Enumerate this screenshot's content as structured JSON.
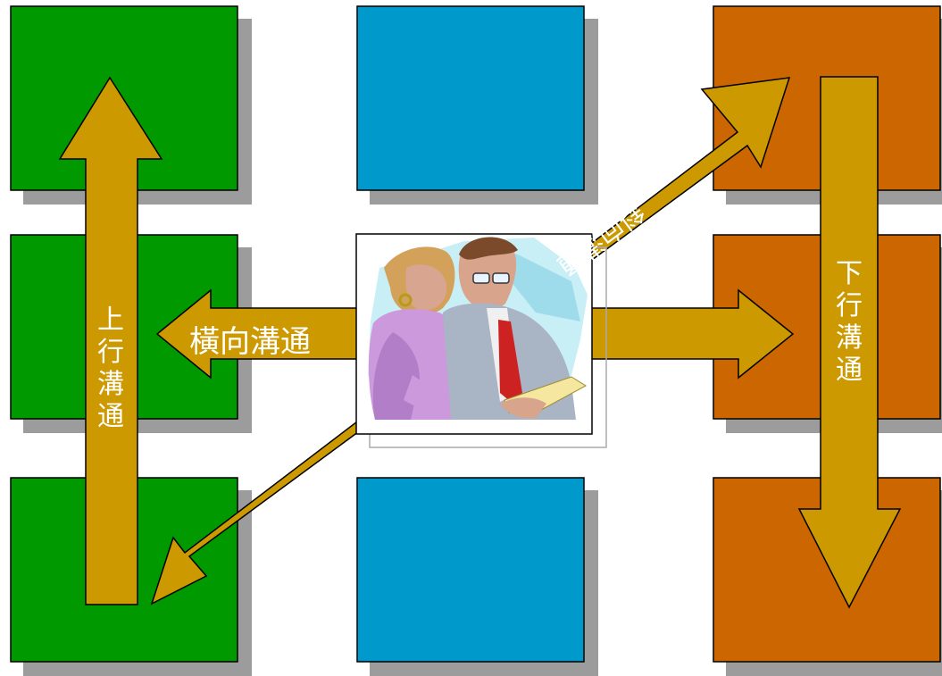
{
  "colors": {
    "green": "#009900",
    "blue": "#0099cc",
    "orange": "#cc6600",
    "arrow": "#cc9900",
    "shadow": "#9c9c9c"
  },
  "labels": {
    "upward": [
      "上",
      "行",
      "溝",
      "通"
    ],
    "downward": [
      "下",
      "行",
      "溝",
      "通"
    ],
    "horizontal": "橫向溝通",
    "diagonal": "斜向溝通"
  },
  "center_image": "clipart-two-business-people-reviewing-document"
}
